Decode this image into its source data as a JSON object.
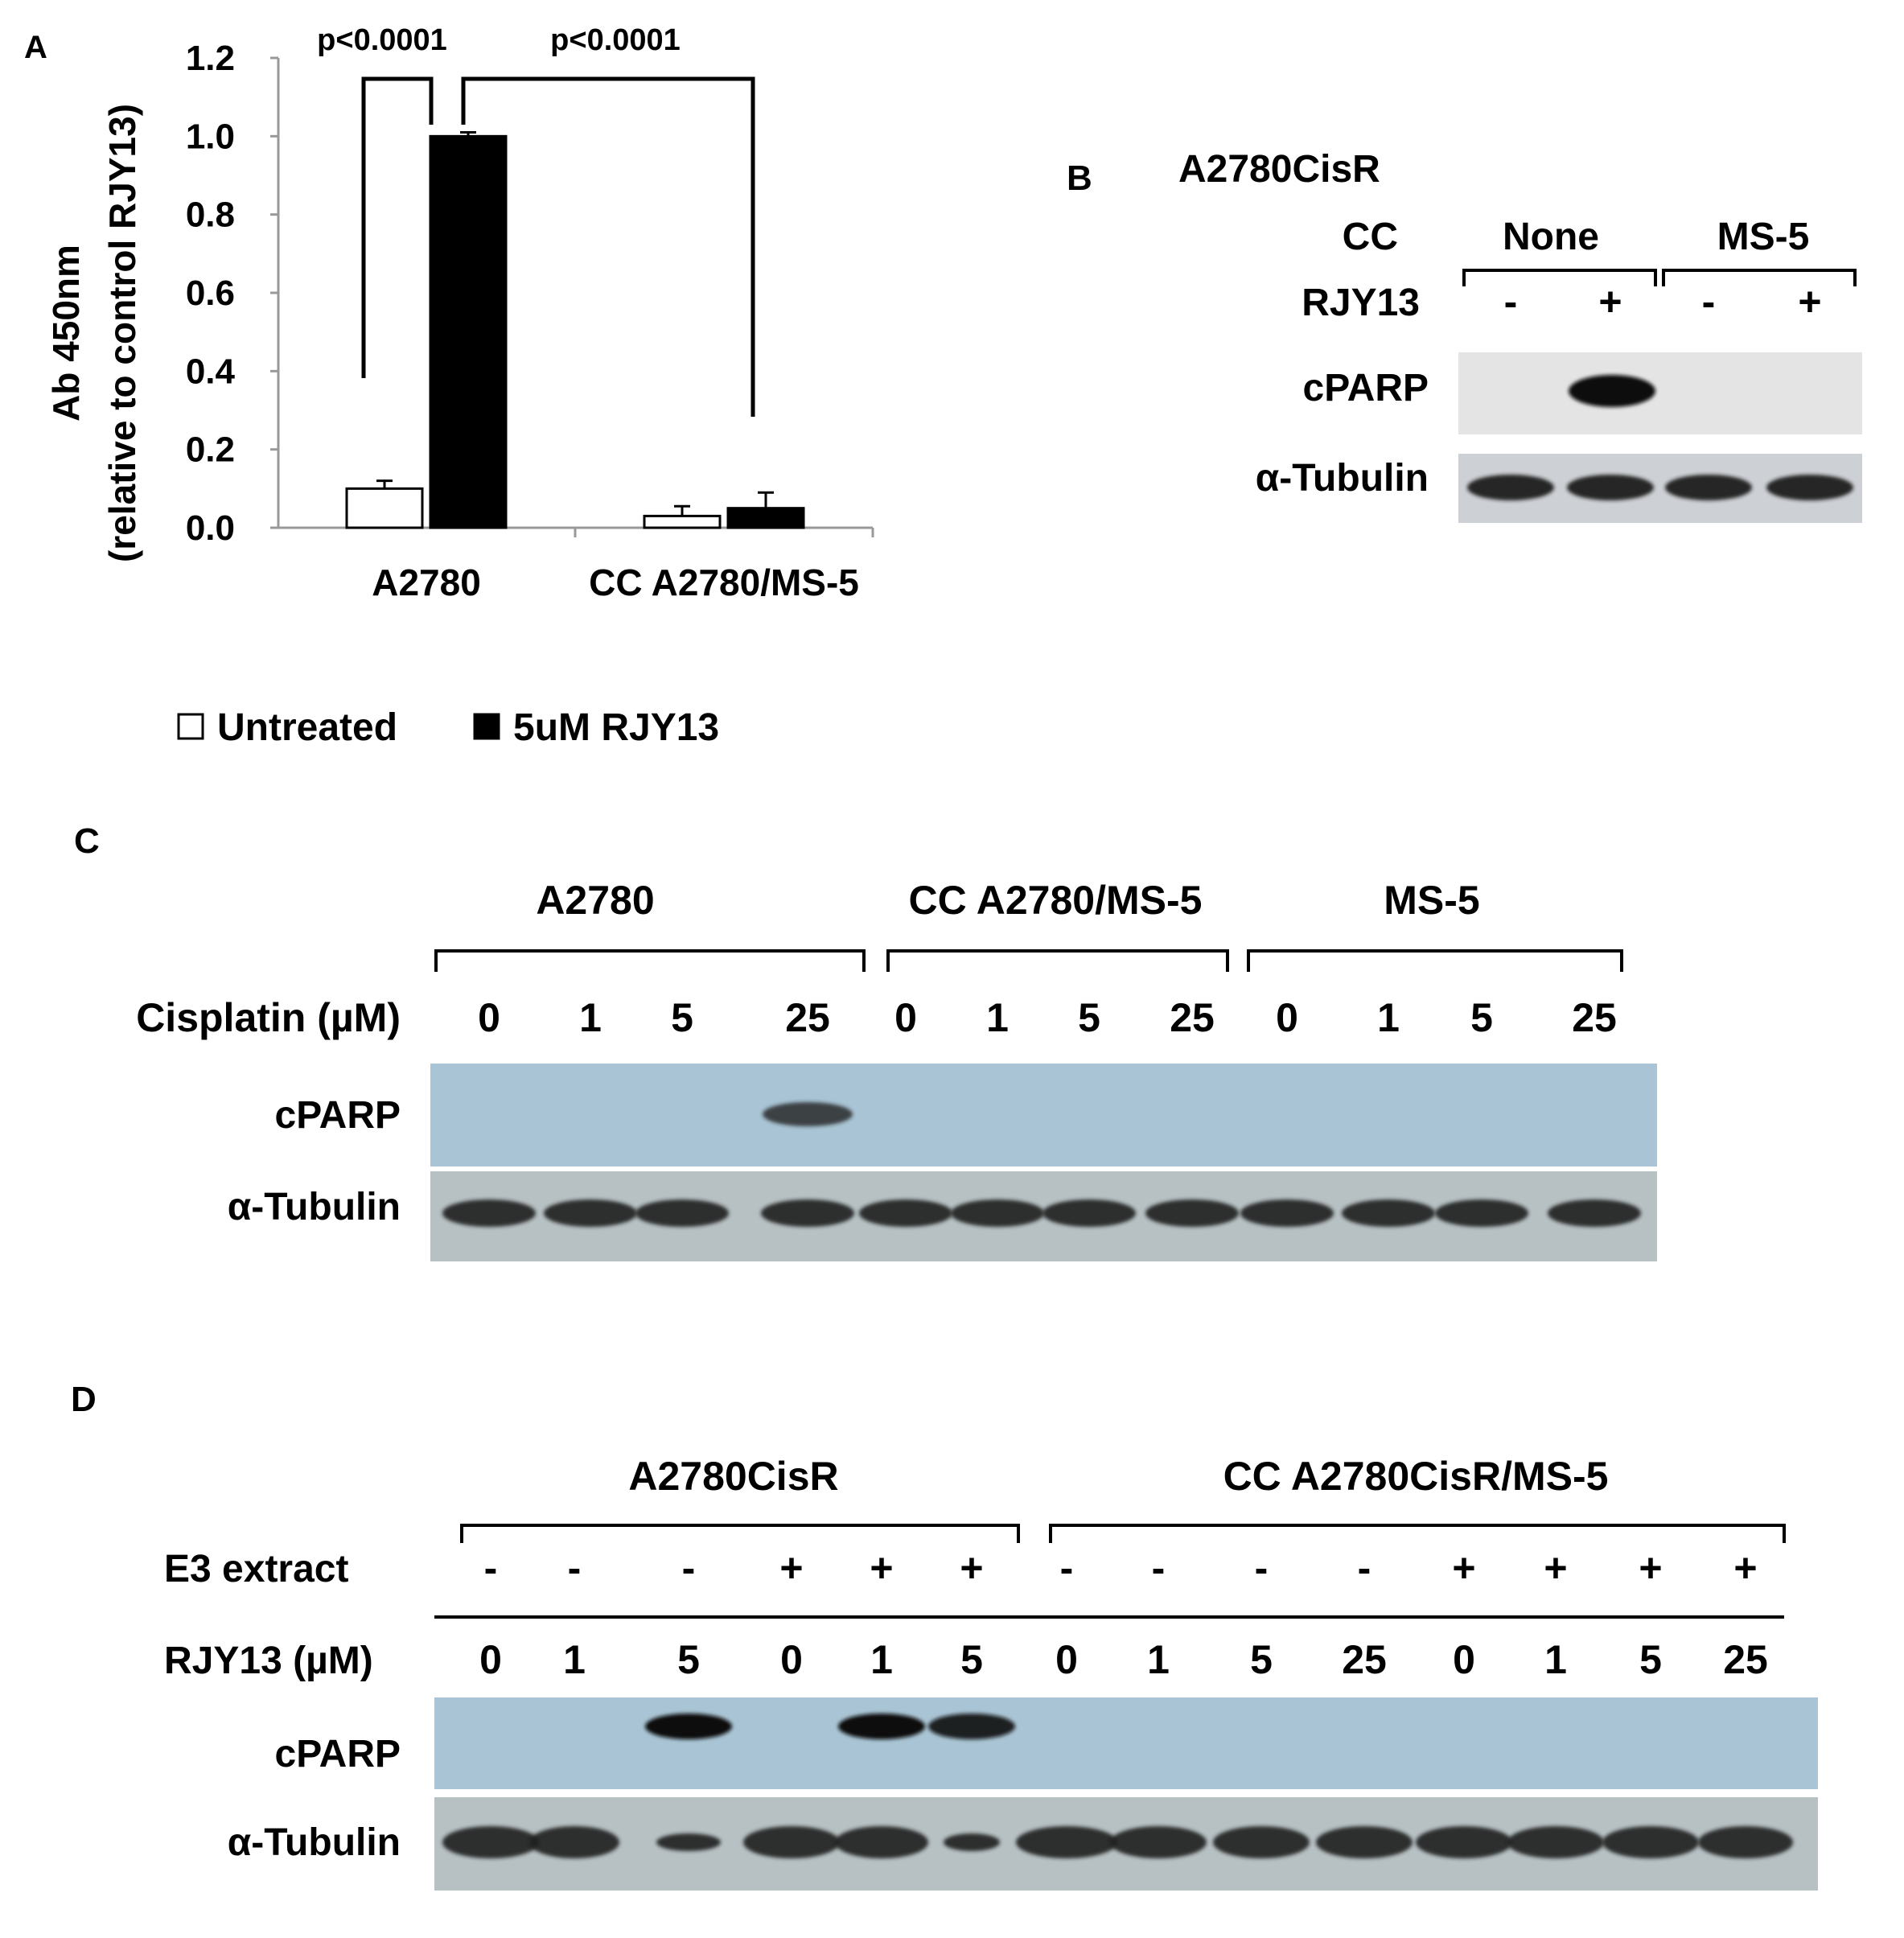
{
  "panels": {
    "a": {
      "label": "A"
    },
    "b": {
      "label": "B",
      "cell_line": "A2780CisR",
      "cc_label": "CC",
      "rjy_label": "RJY13",
      "groups": [
        "None",
        "MS-5"
      ],
      "lanes": [
        "-",
        "+",
        "-",
        "+"
      ],
      "rows": [
        "cPARP",
        "α-Tubulin"
      ],
      "cparp_bands": [
        0,
        1,
        0,
        0
      ]
    },
    "c": {
      "label": "C",
      "groups": [
        "A2780",
        "CC A2780/MS-5",
        "MS-5"
      ],
      "dose_label": "Cisplatin  (µM)",
      "lanes": [
        "0",
        "1",
        "5",
        "25",
        "0",
        "1",
        "5",
        "25",
        "0",
        "1",
        "5",
        "25"
      ],
      "rows": [
        "cPARP",
        "α-Tubulin"
      ],
      "cparp_bands": [
        0,
        0,
        0,
        0.8,
        0,
        0,
        0,
        0,
        0,
        0,
        0,
        0
      ]
    },
    "d": {
      "label": "D",
      "groups": [
        "A2780CisR",
        "CC A2780CisR/MS-5"
      ],
      "e3_label": "E3 extract",
      "dose_label": "RJY13  (µM)",
      "e3": [
        "-",
        "-",
        "-",
        "+",
        "+",
        "+",
        "-",
        "-",
        "-",
        "-",
        "+",
        "+",
        "+",
        "+"
      ],
      "doses": [
        "0",
        "1",
        "5",
        "0",
        "1",
        "5",
        "0",
        "1",
        "5",
        "25",
        "0",
        "1",
        "5",
        "25"
      ],
      "rows": [
        "cPARP",
        "α-Tubulin"
      ],
      "cparp_bands": [
        0,
        0,
        1,
        0,
        1,
        0.9,
        0,
        0,
        0,
        0,
        0,
        0,
        0,
        0
      ]
    }
  },
  "chart_data": {
    "type": "bar",
    "ylabel": "Ab 450nm",
    "ylabel2": "(relative to control RJY13)",
    "categories": [
      "A2780",
      "CC A2780/MS-5"
    ],
    "series": [
      {
        "name": "Untreated",
        "values": [
          0.1,
          0.03
        ],
        "errors": [
          0.02,
          0.025
        ],
        "color": "#ffffff"
      },
      {
        "name": "5uM RJY13",
        "values": [
          1.0,
          0.05
        ],
        "errors": [
          0.01,
          0.04
        ],
        "color": "#000000"
      }
    ],
    "ylim": [
      0,
      1.2
    ],
    "yticks": [
      "0.0",
      "0.2",
      "0.4",
      "0.6",
      "0.8",
      "1.0",
      "1.2"
    ],
    "grid": false,
    "legend": "bottom",
    "annotations": [
      "p<0.0001",
      "p<0.0001"
    ]
  }
}
